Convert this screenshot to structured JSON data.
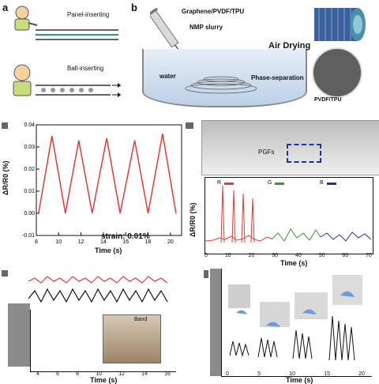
{
  "figure": {
    "panel_a": {
      "label": "a",
      "top_caption": "Panel-inserting",
      "bottom_caption": "Ball-inserting"
    },
    "panel_b": {
      "label": "b",
      "syringe_label_1": "Graphene/PVDF/TPU",
      "syringe_label_2": "NMP slurry",
      "process_1": "Air Drying",
      "water_label": "water",
      "process_2": "Phase-separation",
      "legend": "PVDF/TPU"
    },
    "panel_c": {
      "ylabel": "ΔR/R0 (%)",
      "xlabel": "Time (s)",
      "annotation": "strain: 0.01%",
      "yticks": [
        "0.04",
        "0.03",
        "0.02",
        "0.01",
        "0.00",
        "-0.01"
      ],
      "xticks": [
        "8",
        "10",
        "12",
        "14",
        "16",
        "18",
        "20"
      ]
    },
    "panel_d": {
      "label": "PGFs",
      "ylabel": "ΔR/R0 (%)",
      "xlabel": "Time (s)",
      "xticks": [
        "0",
        "10",
        "20",
        "30",
        "40",
        "50",
        "60",
        "70"
      ],
      "legend_red": "R",
      "legend_green": "G",
      "legend_blue": "B"
    },
    "panel_e": {
      "xlabel": "Time (s)",
      "inset_label": "Band",
      "xticks": [
        "4",
        "6",
        "8",
        "10",
        "12",
        "14",
        "16"
      ]
    },
    "panel_f": {
      "xlabel": "Time (s)",
      "xticks": [
        "0",
        "5",
        "10",
        "15",
        "20"
      ]
    },
    "colors": {
      "red": "#e53935",
      "green": "#2e9a3a",
      "blue": "#2430a0",
      "black": "#111111",
      "water": "#c8d8ea",
      "cylinder": "#3d5f9a"
    }
  },
  "chart_data": [
    {
      "type": "line",
      "title": "",
      "xlabel": "Time (s)",
      "ylabel": "ΔR/R0 (%)",
      "xlim": [
        8,
        21
      ],
      "ylim": [
        -0.01,
        0.04
      ],
      "series": [
        {
          "values_x": [
            8.2,
            9.4,
            10.6,
            11.8,
            13.0,
            14.3,
            15.5,
            16.8,
            18.0,
            19.3,
            20.5
          ],
          "values_y": [
            0.0,
            0.035,
            0.0,
            0.033,
            0.0,
            0.034,
            0.0,
            0.033,
            0.0,
            0.036,
            0.0
          ]
        }
      ]
    }
  ]
}
